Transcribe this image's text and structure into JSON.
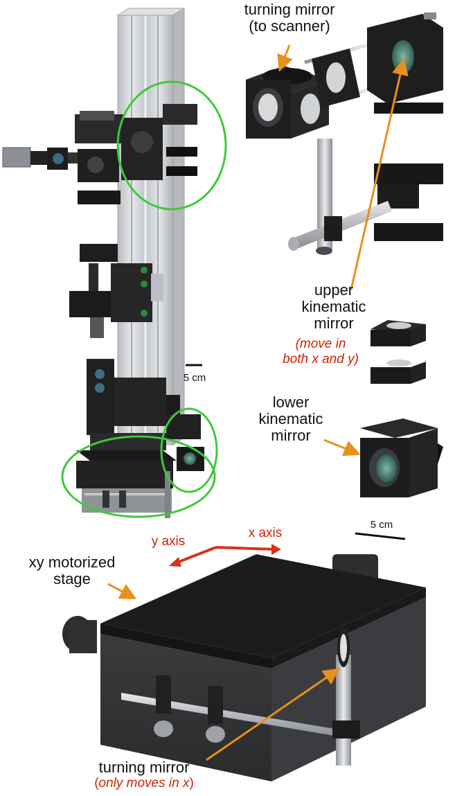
{
  "colors": {
    "highlight_circle": "#3ec93a",
    "callout_arrow": "#e8901a",
    "axis_arrow": "#d8311c",
    "red_text": "#cc2200",
    "hardware_black": "#1e1e1e",
    "rail_silver": "#c9ccd0"
  },
  "labels": {
    "turning_mirror_top_1": "turning mirror",
    "turning_mirror_top_2": "(to scanner)",
    "scale_left": "5 cm",
    "upper_kinematic_1": "upper",
    "upper_kinematic_2": "kinematic",
    "upper_kinematic_3": "mirror",
    "move_note_1": "(move in",
    "move_note_2": "both x and y)",
    "lower_kinematic_1": "lower",
    "lower_kinematic_2": "kinematic",
    "lower_kinematic_3": "mirror",
    "scale_right": "5 cm",
    "y_axis": "y axis",
    "x_axis": "x axis",
    "xy_stage_1": "xy motorized",
    "xy_stage_2": "stage",
    "turning_mirror_bottom": "turning  mirror",
    "only_moves_prefix": "(",
    "only_moves_italic": "only moves in x",
    "only_moves_suffix": ")"
  }
}
